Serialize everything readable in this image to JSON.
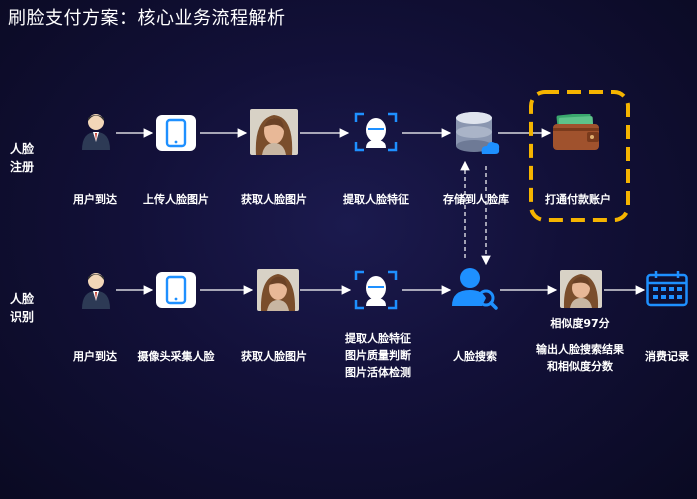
{
  "title": "刷脸支付方案：核心业务流程解析",
  "rows": {
    "register": {
      "label_line1": "人脸",
      "label_line2": "注册",
      "steps": [
        "用户到达",
        "上传人脸图片",
        "获取人脸图片",
        "提取人脸特征",
        "存储到人脸库",
        "打通付款账户"
      ]
    },
    "identify": {
      "label_line1": "人脸",
      "label_line2": "识别",
      "steps": [
        "用户到达",
        "摄像头采集人脸",
        "获取人脸图片",
        "人脸搜索",
        "消费记录"
      ],
      "extract_lines": [
        "提取人脸特征",
        "图片质量判断",
        "图片活体检测"
      ],
      "result_lines": [
        "输出人脸搜索结果",
        "和相似度分数"
      ],
      "similarity": "相似度97分"
    }
  },
  "colors": {
    "accent_blue": "#1e90ff",
    "highlight_border": "#f5b400",
    "arrow": "#ffffff"
  }
}
